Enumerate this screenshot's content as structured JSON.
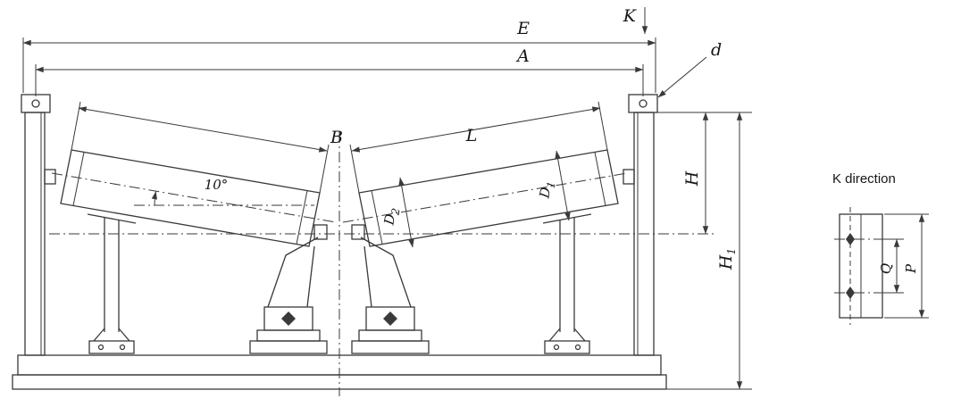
{
  "colors": {
    "line": "#3a3a3a",
    "background": "#ffffff"
  },
  "drawing": {
    "labels": {
      "E": "E",
      "A": "A",
      "B": "B",
      "K": "K",
      "d": "d",
      "L": "L",
      "angle": "10°",
      "D1_base": "D",
      "D1_sub": "1",
      "D2_base": "D",
      "D2_sub": "2",
      "H": "H",
      "H1_base": "H",
      "H1_sub": "1"
    }
  },
  "detail": {
    "title": "K direction",
    "labels": {
      "Q": "Q",
      "P": "P"
    }
  }
}
